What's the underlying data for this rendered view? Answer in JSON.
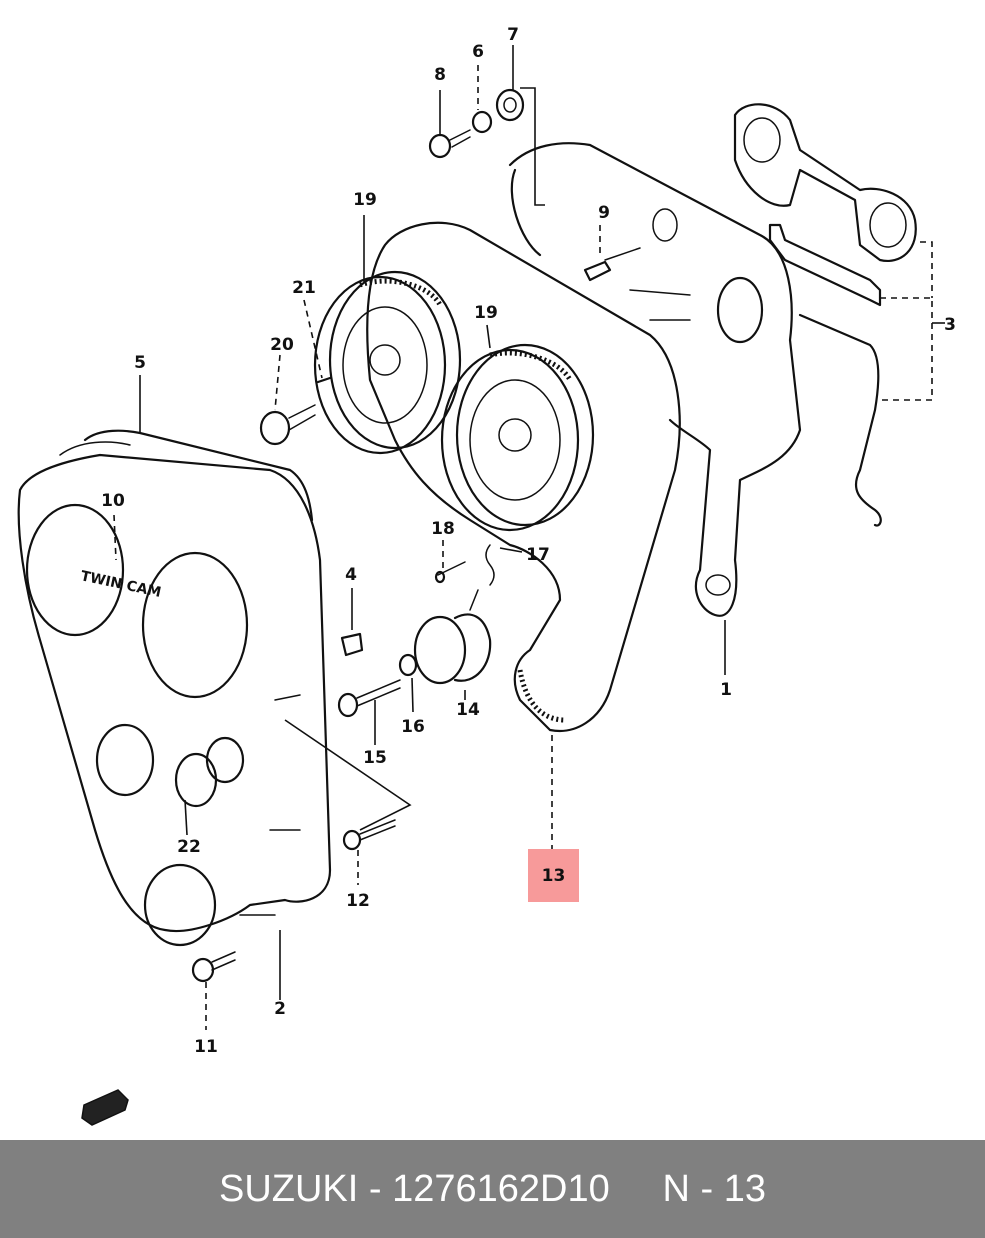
{
  "diagram": {
    "highlighted_callout": "13",
    "callouts": {
      "c1": "1",
      "c2": "2",
      "c3": "3",
      "c4": "4",
      "c5": "5",
      "c6": "6",
      "c7": "7",
      "c8": "8",
      "c9": "9",
      "c10": "10",
      "c11": "11",
      "c12": "12",
      "c14": "14",
      "c15": "15",
      "c16": "16",
      "c17": "17",
      "c18": "18",
      "c19a": "19",
      "c19b": "19",
      "c20": "20",
      "c21": "21",
      "c22": "22"
    },
    "colors": {
      "highlight": "#f79a9a",
      "footer_bg": "#808080",
      "footer_text": "#ffffff",
      "line": "#111111"
    }
  },
  "footer": {
    "caption": "SUZUKI - 1276162D10     N - 13"
  }
}
